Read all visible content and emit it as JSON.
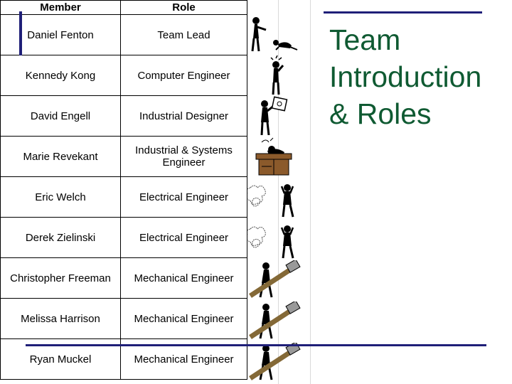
{
  "title": {
    "line1": "Team",
    "line2": "Introduction",
    "line3": "& Roles"
  },
  "table": {
    "headers": {
      "member": "Member",
      "role": "Role"
    },
    "rows": [
      {
        "member": "Daniel Fenton",
        "role": "Team Lead"
      },
      {
        "member": "Kennedy Kong",
        "role": "Computer Engineer"
      },
      {
        "member": "David Engell",
        "role": "Industrial Designer"
      },
      {
        "member": "Marie Revekant",
        "role": "Industrial & Systems Engineer"
      },
      {
        "member": "Eric Welch",
        "role": "Electrical Engineer"
      },
      {
        "member": "Derek Zielinski",
        "role": "Electrical Engineer"
      },
      {
        "member": "Christopher Freeman",
        "role": "Mechanical Engineer"
      },
      {
        "member": "Melissa Harrison",
        "role": "Mechanical Engineer"
      },
      {
        "member": "Ryan Muckel",
        "role": "Mechanical Engineer"
      }
    ]
  },
  "clipart": [
    "figure-pointing-kneeling-icon",
    "figure-lightbulb-icon",
    "figure-with-sign-icon",
    "desk-with-sleeping-figure-icon",
    "frustrated-figure-with-scribbles-icon",
    "frustrated-figure-with-scribbles-icon",
    "figure-carrying-hammer-icon",
    "figure-carrying-hammer-icon",
    "figure-carrying-hammer-icon"
  ],
  "colors": {
    "title": "#0f5a32",
    "accent": "#1f1f78",
    "desk": "#8b5a2b",
    "hammer_handle": "#b08c4a"
  }
}
